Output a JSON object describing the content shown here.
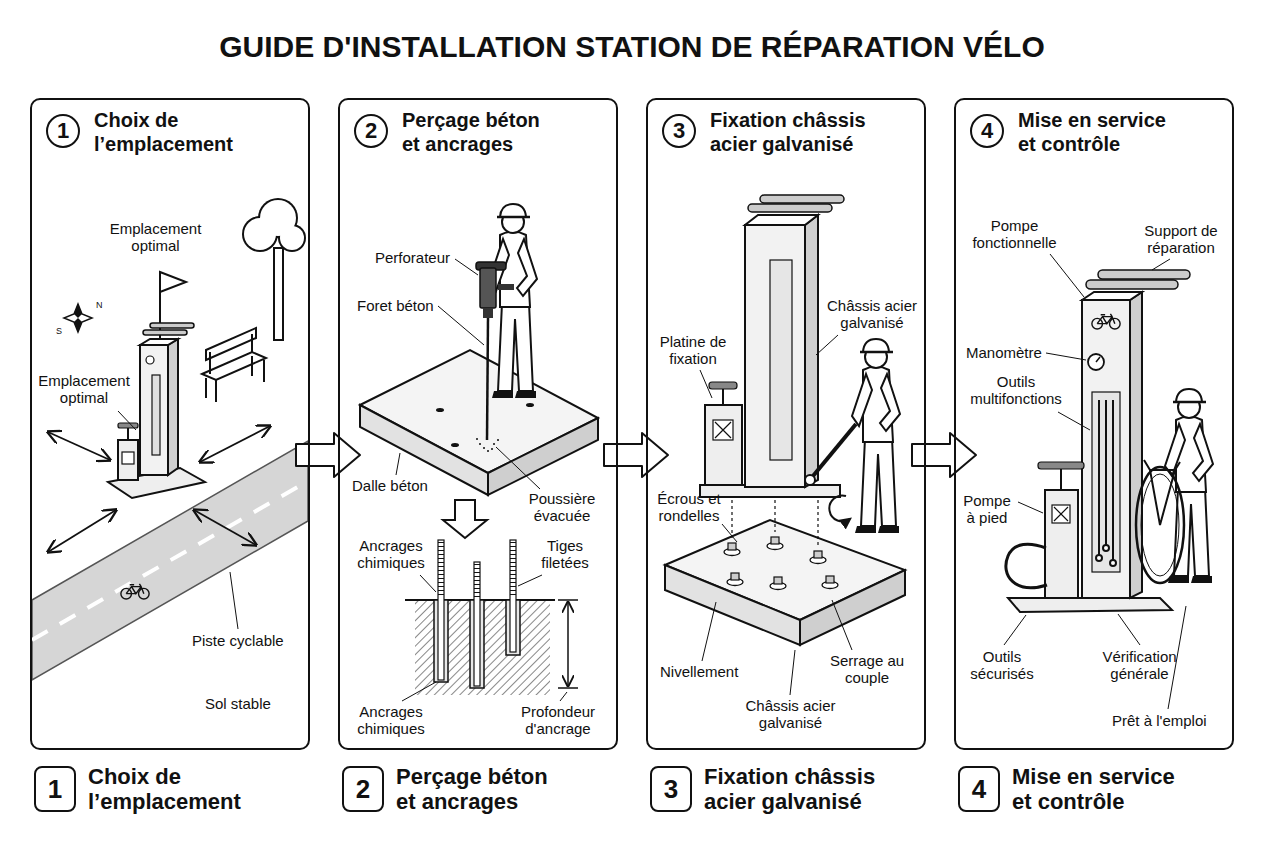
{
  "diagram": {
    "title": "GUIDE D'INSTALLATION STATION DE RÉPARATION VÉLO",
    "nodes": [
      {
        "text": [
          "Choix de l’emplacement"
        ]
      },
      {
        "text": [
          "1"
        ],
        "in": 0
      },
      {
        "text": [
          "Perçage béton et ancrages"
        ]
      },
      {
        "text": [
          "2"
        ],
        "in": 2
      },
      {
        "text": [
          "Fixation châssis acier galvanisé"
        ]
      },
      {
        "text": [
          "3"
        ],
        "in": 4
      },
      {
        "text": [
          "Mise en service et contrôle"
        ]
      },
      {
        "text": [
          "4"
        ],
        "in": 6
      },
      {
        "text": [
          "1",
          "Choix de l’emplacement"
        ]
      },
      {
        "text": [
          "2",
          "Perçage béton et ancrages"
        ]
      },
      {
        "text": [
          "3",
          "Fixation châssis acier galvanisé"
        ]
      },
      {
        "text": [
          "4",
          "Mise en service et contrôle"
        ]
      }
    ],
    "edges": [
      {
        "from": 0,
        "to": 2,
        "arrow": "to"
      },
      {
        "from": 2,
        "to": 4,
        "arrow": "to"
      },
      {
        "from": 4,
        "to": 6,
        "arrow": "to"
      }
    ],
    "labels": [
      "Emplacement optimal",
      "N",
      "S",
      "Emplacement optimal",
      "Piste cyclable",
      "Sol stable",
      "Perforateur",
      "Foret béton",
      "Dalle béton",
      "Poussière évacuée",
      "Ancrages chimiques",
      "Tiges filetées",
      "Ancrages chimiques",
      "Profondeur d'ancrage",
      "Platine de fixation",
      "Châssis acier galvanisé",
      "Écrous et rondelles",
      "Nivellement",
      "Serrage au couple",
      "Châssis acier galvanisé",
      "Pompe fonctionnelle",
      "Support de réparation",
      "Manomètre",
      "Outils multifonctions",
      "Pompe à pied",
      "Outils sécurisés",
      "Vérification générale",
      "Prêt à l'emploi"
    ]
  }
}
